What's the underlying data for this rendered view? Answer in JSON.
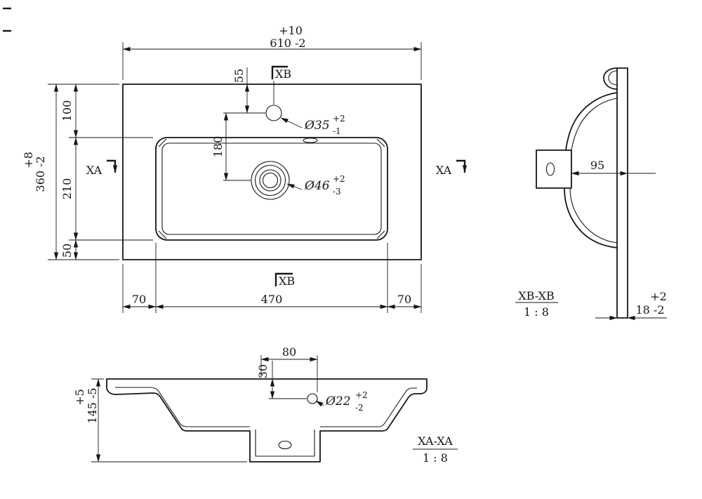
{
  "plan": {
    "width_tol_upper": "+10",
    "width_dim": "610  -2",
    "height_tol_upper": "+8",
    "height_dim": "360  -2",
    "dim_100": "100",
    "dim_210": "210",
    "dim_50": "50",
    "dim_55": "55",
    "dim_180": "180",
    "dim_70_left": "70",
    "dim_470": "470",
    "dim_70_right": "70",
    "faucet_callout": "Ø35",
    "faucet_tol_upper": "+2",
    "faucet_tol_lower": "-1",
    "drain_callout": "Ø46",
    "drain_tol_upper": "+2",
    "drain_tol_lower": "-3",
    "marker_xa": "XA",
    "marker_xb": "XB"
  },
  "section_xb": {
    "title": "XB-XB",
    "scale": "1 : 8",
    "dim_95": "95",
    "thickness_tol_upper": "+2",
    "thickness_dim": "18  -2"
  },
  "section_xa": {
    "title": "XA-XA",
    "scale": "1 : 8",
    "dim_80": "80",
    "dim_30": "30",
    "depth_tol_upper": "+5",
    "depth_dim": "145  -5",
    "hole_callout": "Ø22",
    "hole_tol_upper": "+2",
    "hole_tol_lower": "-2"
  }
}
